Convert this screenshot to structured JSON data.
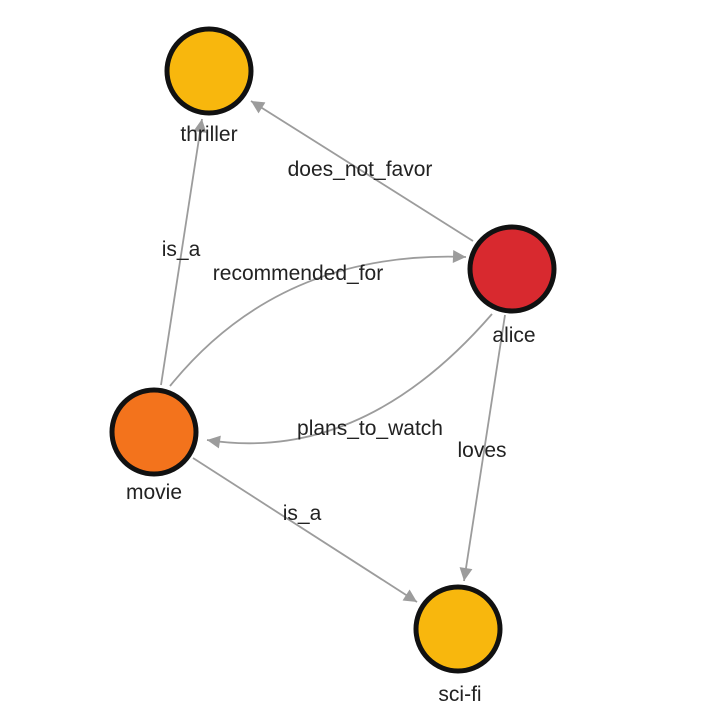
{
  "graph": {
    "colors": {
      "background": "#ffffff",
      "edge": "#9c9c9c",
      "node_border": "#111111",
      "label": "#222222",
      "node_yellow": "#f8b70d",
      "node_orange": "#f3731c",
      "node_red": "#d8292f"
    },
    "nodes": [
      {
        "id": "thriller",
        "label": "thriller",
        "color": "#f8b70d"
      },
      {
        "id": "alice",
        "label": "alice",
        "color": "#d8292f"
      },
      {
        "id": "movie",
        "label": "movie",
        "color": "#f3731c"
      },
      {
        "id": "sci-fi",
        "label": "sci-fi",
        "color": "#f8b70d"
      }
    ],
    "edges": [
      {
        "from": "alice",
        "to": "thriller",
        "label": "does_not_favor"
      },
      {
        "from": "movie",
        "to": "thriller",
        "label": "is_a"
      },
      {
        "from": "movie",
        "to": "alice",
        "label": "recommended_for"
      },
      {
        "from": "alice",
        "to": "movie",
        "label": "plans_to_watch"
      },
      {
        "from": "alice",
        "to": "sci-fi",
        "label": "loves"
      },
      {
        "from": "movie",
        "to": "sci-fi",
        "label": "is_a"
      }
    ]
  }
}
